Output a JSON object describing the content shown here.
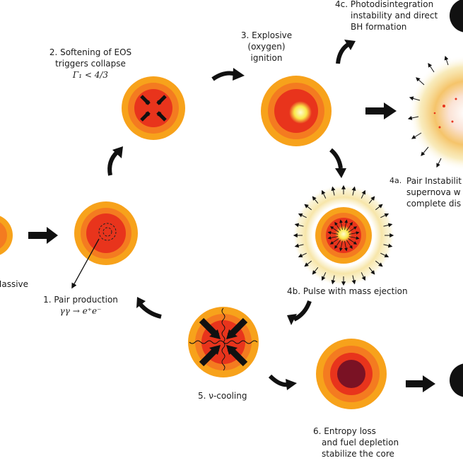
{
  "colors": {
    "orange_outer": "#f7a21b",
    "orange_mid": "#f47b20",
    "red_core": "#e8341c",
    "dark_core": "#7a1224",
    "yellow_core": "#f9e84a",
    "ejecta_yellow": "#f6e3a0",
    "arrow": "#111111",
    "black_hole": "#111111"
  },
  "stages": {
    "massive": {
      "text": "Massive"
    },
    "s1": {
      "title": "1. Pair production",
      "formula": "γγ → e⁺e⁻"
    },
    "s2": {
      "line1": "2. Softening of EOS",
      "line2": "triggers collapse",
      "formula": "Γ₁ < 4/3"
    },
    "s3": {
      "line1": "3. Explosive",
      "line2": "(oxygen)",
      "line3": "ignition"
    },
    "s4a": {
      "prefix": "4a.",
      "line1": "Pair Instabilit",
      "line2": "supernova w",
      "line3": "complete dis"
    },
    "s4b": {
      "text": "4b. Pulse with mass ejection"
    },
    "s4c": {
      "line1": "4c. Photodisintegration",
      "line2": "instability and direct",
      "line3": "BH formation"
    },
    "s5": {
      "text": "5. ν-cooling"
    },
    "s6": {
      "line1": "6. Entropy loss",
      "line2": "and fuel depletion",
      "line3": "stabilize the core"
    }
  }
}
